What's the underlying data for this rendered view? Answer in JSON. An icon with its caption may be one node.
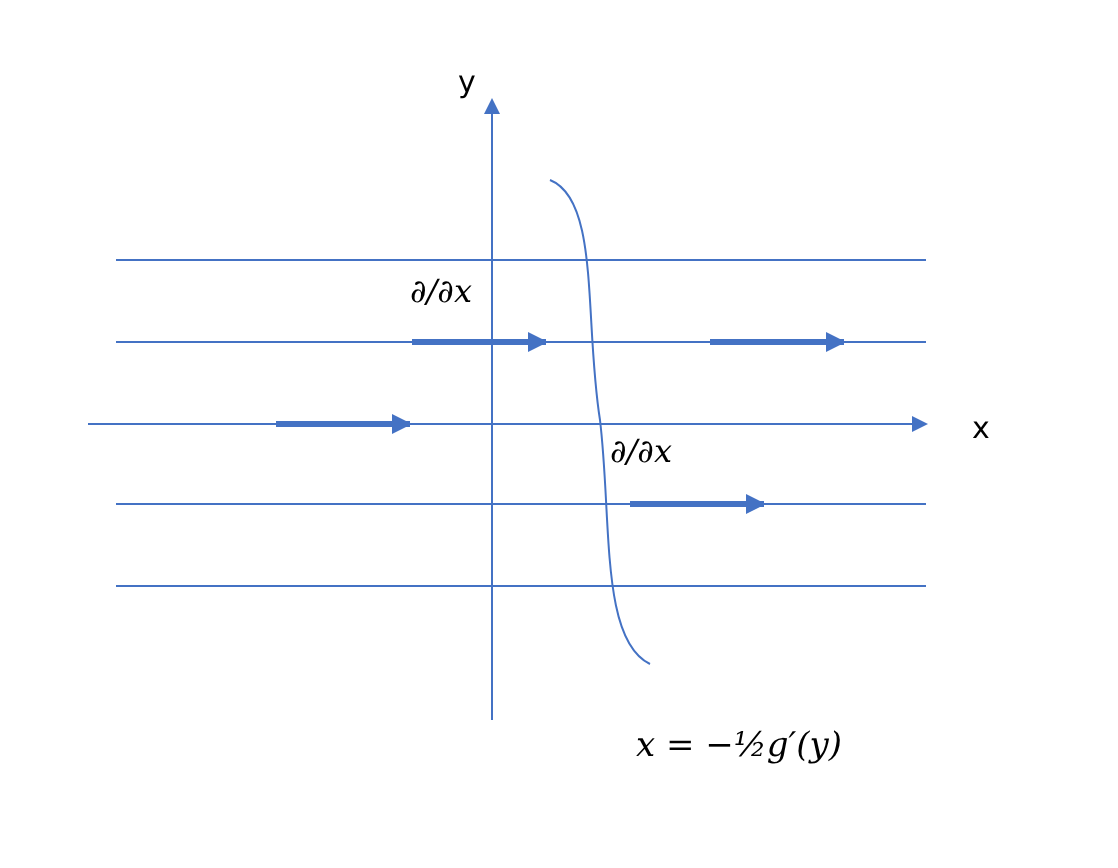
{
  "diagram": {
    "labels": [
      "y",
      "∂/∂x",
      "∂/∂x",
      "x",
      "x = −½g′(y)"
    ]
  }
}
